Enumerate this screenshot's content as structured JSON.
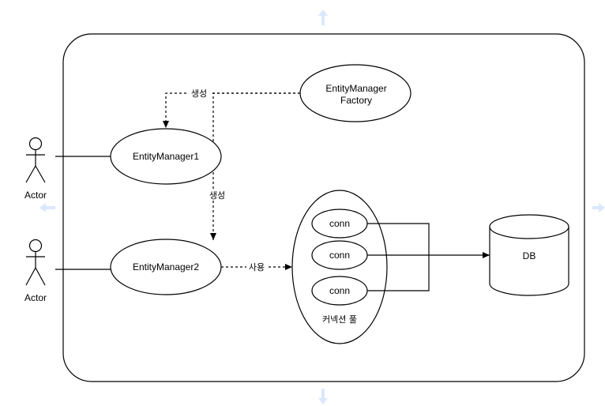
{
  "diagram": {
    "factory_label_line1": "EntityManager",
    "factory_label_line2": "Factory",
    "em1_label": "EntityManager1",
    "em2_label": "EntityManager2",
    "actor1_label": "Actor",
    "actor2_label": "Actor",
    "create_label_top": "생성",
    "create_label_middle": "생성",
    "use_label": "사용",
    "conn1_label": "conn",
    "conn2_label": "conn",
    "conn3_label": "conn",
    "pool_label": "커넥션 풀",
    "db_label": "DB"
  },
  "colors": {
    "stroke": "#000000",
    "fill": "#ffffff",
    "hint_arrow": "#dae8fc"
  }
}
